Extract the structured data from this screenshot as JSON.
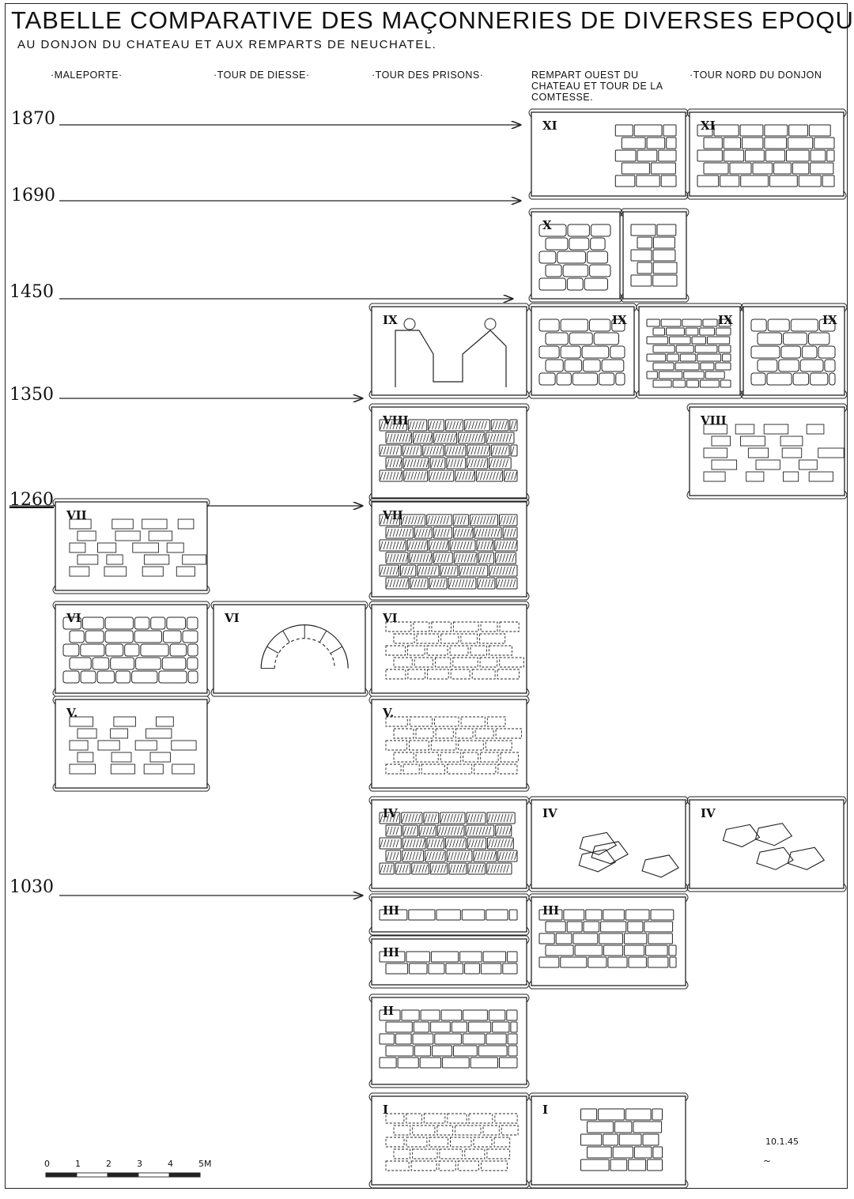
{
  "title": "TABELLE COMPARATIVE DES MAÇONNERIES DE DIVERSES EPOQUES",
  "subtitle": "AU DONJON DU CHATEAU ET AUX REMPARTS DE NEUCHATEL.",
  "columns": [
    {
      "label": "·MALEPORTE·"
    },
    {
      "label": "·TOUR DE DIESSE·"
    },
    {
      "label": "·TOUR DES PRISONS·"
    },
    {
      "label": "REMPART OUEST DU CHATEAU ET TOUR DE LA COMTESSE."
    },
    {
      "label": "·TOUR NORD DU DONJON"
    }
  ],
  "years": [
    "1870",
    "1690",
    "1450",
    "1350",
    "1260",
    "1030"
  ],
  "panels": [
    {
      "numeral": "XI",
      "pattern": "blocks"
    },
    {
      "numeral": "XI",
      "pattern": "blocks"
    },
    {
      "numeral": "X",
      "pattern": "rubble"
    },
    {
      "numeral": "",
      "pattern": "blocks"
    },
    {
      "numeral": "IX",
      "pattern": "merlon"
    },
    {
      "numeral": "IX",
      "pattern": "rubble"
    },
    {
      "numeral": "IX",
      "pattern": "small"
    },
    {
      "numeral": "IX",
      "pattern": "rubble"
    },
    {
      "numeral": "VIII",
      "pattern": "hatched"
    },
    {
      "numeral": "VIII",
      "pattern": "sparse"
    },
    {
      "numeral": "VII",
      "pattern": "sparse"
    },
    {
      "numeral": "VII",
      "pattern": "hatched"
    },
    {
      "numeral": "VI",
      "pattern": "rubble"
    },
    {
      "numeral": "VI",
      "pattern": "arch"
    },
    {
      "numeral": "VI",
      "pattern": "dashed"
    },
    {
      "numeral": "V.",
      "pattern": "sparse"
    },
    {
      "numeral": "V.",
      "pattern": "dashed"
    },
    {
      "numeral": "IV",
      "pattern": "hatched"
    },
    {
      "numeral": "IV",
      "pattern": "stones"
    },
    {
      "numeral": "IV",
      "pattern": "stones"
    },
    {
      "numeral": "III",
      "pattern": "ashlar"
    },
    {
      "numeral": "III",
      "pattern": "ashlar"
    },
    {
      "numeral": "III",
      "pattern": "ashlar"
    },
    {
      "numeral": "II",
      "pattern": "ashlar"
    },
    {
      "numeral": "I",
      "pattern": "dashed"
    },
    {
      "numeral": "I",
      "pattern": "blocks"
    }
  ],
  "scale_bar": {
    "labels": [
      "0",
      "1",
      "2",
      "3",
      "4",
      "5M"
    ]
  },
  "date": "10.1.45"
}
